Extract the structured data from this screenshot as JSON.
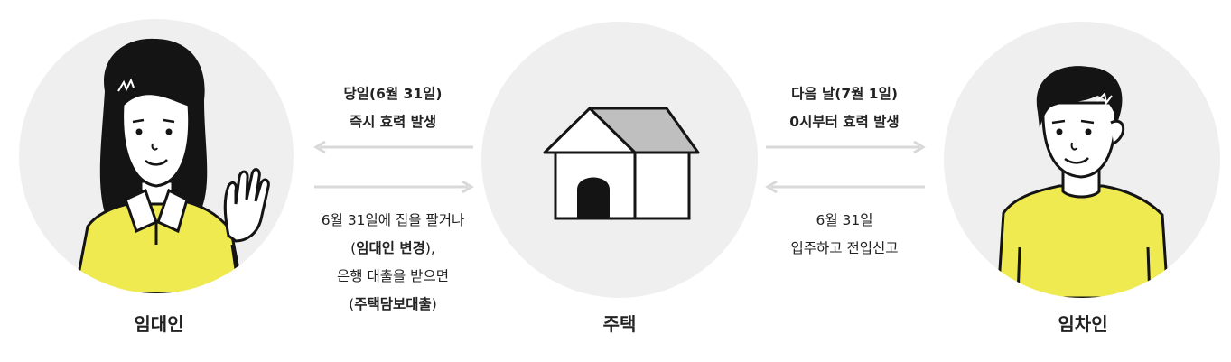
{
  "nodes": {
    "landlord": "임대인",
    "house": "주택",
    "tenant": "임차인"
  },
  "left_top": {
    "line1": "당일(6월 31일)",
    "line2": "즉시 효력 발생"
  },
  "right_top": {
    "line1": "다음 날(7월 1일)",
    "line2": "0시부터 효력 발생"
  },
  "left_bottom": {
    "line1": "6월 31일에 집을 팔거나",
    "line2_open": "(",
    "line2_bold": "임대인 변경",
    "line2_close": "),",
    "line3": "은행 대출을 받으면",
    "line4_open": "(",
    "line4_bold": "주택담보대출",
    "line4_close": ")"
  },
  "right_bottom": {
    "line1": "6월 31일",
    "line2": "입주하고 전입신고"
  },
  "colors": {
    "circle_bg": "#efefef",
    "shirt": "#eeea4f",
    "arrow": "#d9d9d9",
    "roof": "#bfbfbf"
  }
}
